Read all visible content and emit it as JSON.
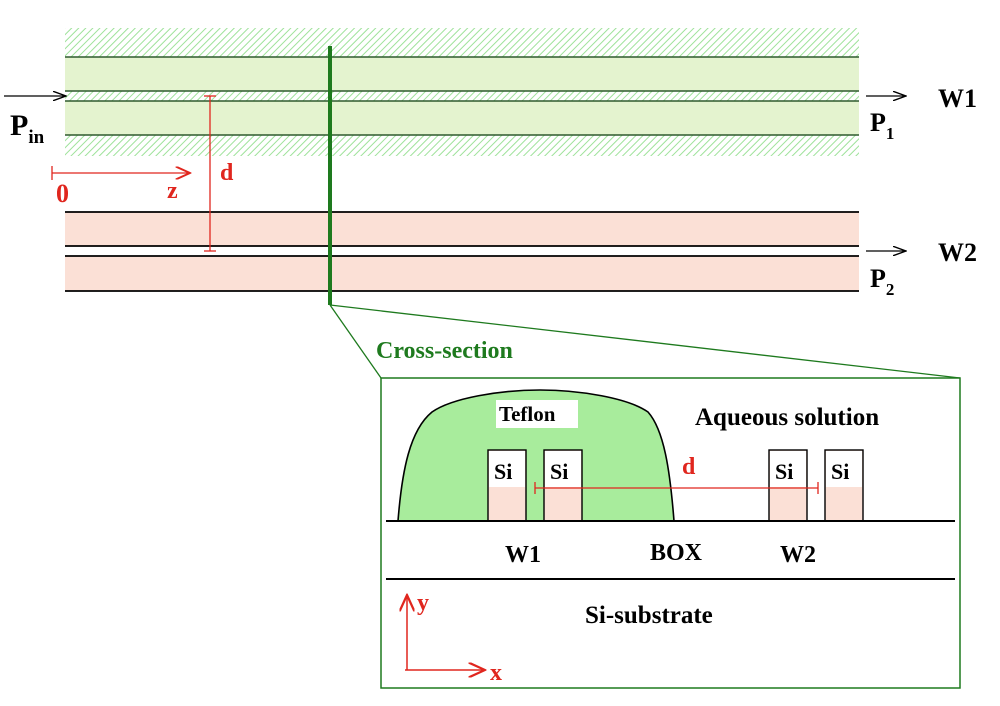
{
  "top": {
    "p_in": "P",
    "p_in_sub": "in",
    "p1": "P",
    "p1_sub": "1",
    "p2": "P",
    "p2_sub": "2",
    "w1": "W1",
    "w2": "W2",
    "d": "d",
    "origin": "0",
    "z": "z"
  },
  "cross_section": {
    "title": "Cross-section",
    "teflon": "Teflon",
    "aqueous": "Aqueous solution",
    "si": "Si",
    "d": "d",
    "w1": "W1",
    "box": "BOX",
    "w2": "W2",
    "substrate": "Si-substrate",
    "y": "y",
    "x": "x"
  },
  "colors": {
    "teflon_green": "#a8ec9c",
    "hatch_green": "#7fd87f",
    "silicon_pink": "#fbe0d6",
    "dark_green": "#1e7a1e",
    "red": "#e0261e",
    "line": "#000000"
  }
}
